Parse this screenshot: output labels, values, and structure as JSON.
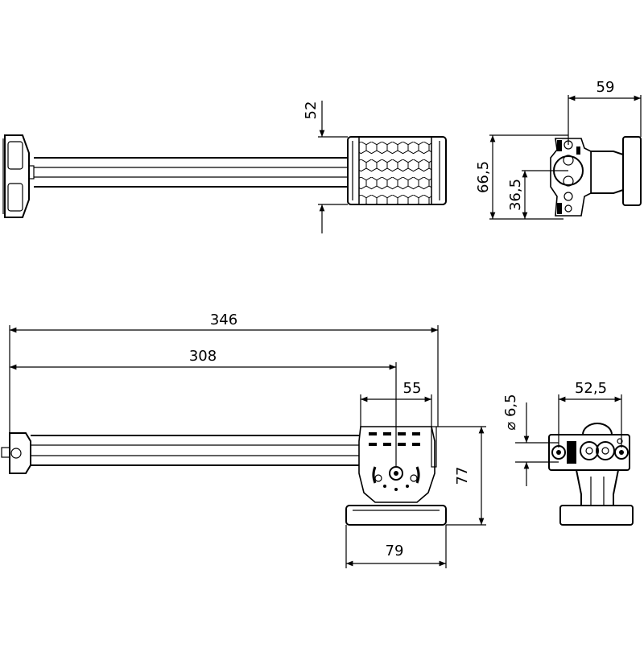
{
  "drawing": {
    "dimensions": {
      "width_top": "52",
      "side_depth": "59",
      "side_height": "66,5",
      "side_hole_height": "36,5",
      "overall_length": "346",
      "rail_length": "308",
      "bracket_width": "55",
      "mount_height": "77",
      "base_width": "79",
      "hole_diameter": "⌀ 6,5",
      "hole_spacing": "52,5"
    }
  }
}
